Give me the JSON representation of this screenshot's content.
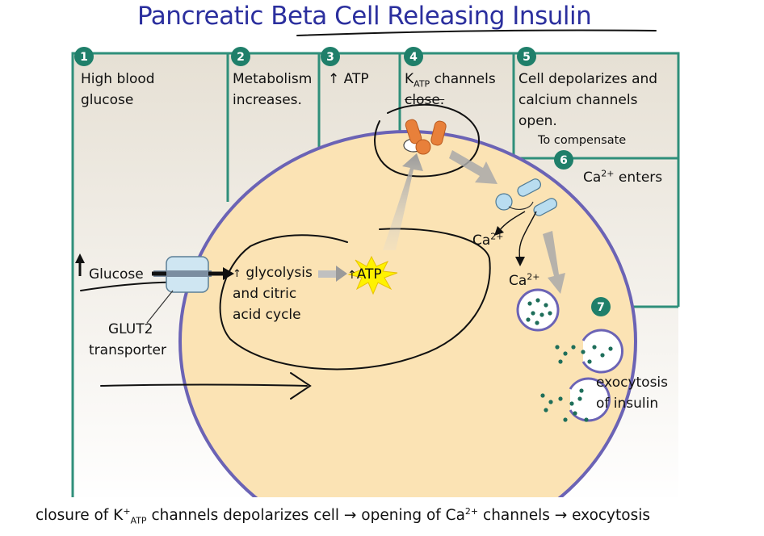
{
  "title": "Pancreatic Beta Cell Releasing Insulin",
  "steps": [
    {
      "num": "1",
      "line1": "High blood",
      "line2": "glucose"
    },
    {
      "num": "2",
      "line1": "Metabolism",
      "line2": "increases."
    },
    {
      "num": "3",
      "arrow": "↑",
      "label": "ATP"
    },
    {
      "num": "4",
      "k": "K",
      "k_sub": "ATP",
      "line1_rest": " channels",
      "line2": "close."
    },
    {
      "num": "5",
      "line1": "Cell depolarizes and",
      "line2": "calcium channels",
      "line3": "open."
    },
    {
      "num": "6",
      "note": "To compensate",
      "ca": "Ca",
      "ca_sup": "2+",
      "rest": " enters"
    },
    {
      "num": "7"
    }
  ],
  "labels": {
    "glucose": "Glucose",
    "glut_line1": "GLUT2",
    "glut_line2": "transporter",
    "glyco_arrow": "↑",
    "glyco_line1": "glycolysis",
    "glyco_line2": "and citric",
    "glyco_line3": "acid cycle",
    "atp_arrow": "↑",
    "atp": "ATP",
    "ca": "Ca",
    "ca_sup": "2+",
    "exo_line1": "exocytosis",
    "exo_line2": "of insulin"
  },
  "caption": {
    "p1": "closure of K",
    "p1_sup": "+",
    "p1_sub": "ATP",
    "p2": " channels depolarizes cell → opening of Ca",
    "p2_sup": "2+",
    "p3": " channels → exocytosis"
  },
  "colors": {
    "title": "#2b2f9e",
    "frame": "#2f8f7a",
    "cell_fill": "#fbe3b4",
    "membrane": "#6b63b5",
    "panel_fill": "#ece7dd",
    "channel": "#e8803a",
    "ca_channel": "#b9ddf0",
    "atp_burst": "#fff200",
    "granule": "#1e6e5a"
  }
}
